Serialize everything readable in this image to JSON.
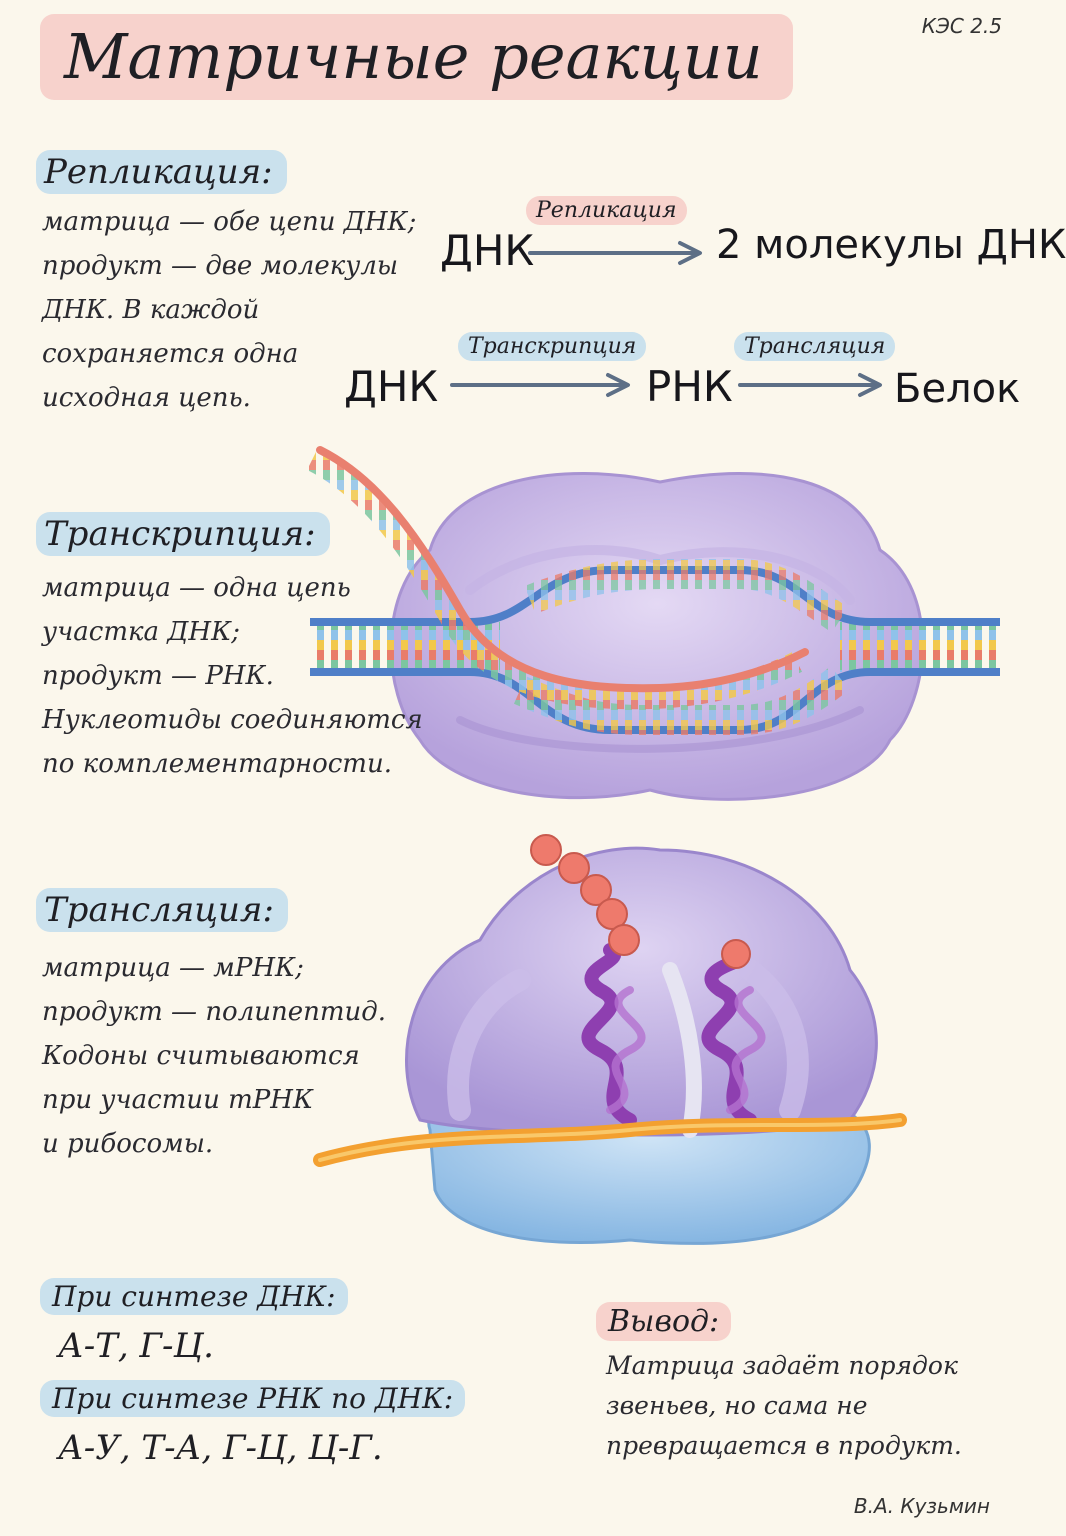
{
  "title": "Матричные реакции",
  "code": "КЭС 2.5",
  "replication": {
    "heading": "Репликация:",
    "lines": [
      "матрица — обе цепи ДНК;",
      "продукт — две молекулы",
      "ДНК. В каждой",
      "сохраняется одна",
      "исходная цепь."
    ]
  },
  "scheme": {
    "row1": {
      "from": "ДНК",
      "label": "Репликация",
      "to": "2 молекулы ДНК"
    },
    "row2": {
      "from": "ДНК",
      "label1": "Транскрипция",
      "mid": "РНК",
      "label2": "Трансляция",
      "to": "Белок"
    }
  },
  "transcription": {
    "heading": "Транскрипция:",
    "lines": [
      "матрица — одна цепь",
      "участка ДНК;",
      "продукт — РНК.",
      "Нуклеотиды соединяются",
      "по комплементарности."
    ]
  },
  "translation": {
    "heading": "Трансляция:",
    "lines": [
      "матрица — мРНК;",
      "продукт — полипептид.",
      "Кодоны считываются",
      "при участии тРНК",
      "и рибосомы."
    ]
  },
  "dna_synthesis": {
    "heading": "При синтезе ДНК:",
    "pairs": "А-Т, Г-Ц."
  },
  "rna_synthesis": {
    "heading": "При синтезе РНК по ДНК:",
    "pairs": "А-У, Т-А, Г-Ц, Ц-Г."
  },
  "conclusion": {
    "heading": "Вывод:",
    "lines": [
      "Матрица задаёт порядок",
      "звеньев, но сама не",
      "превращается в продукт."
    ]
  },
  "author": "В.А. Кузьмин",
  "colors": {
    "highlight_pink": "#f4b4b2",
    "highlight_blue": "#aad2ee",
    "dna_strand": "#4f7fc8",
    "rna_strand": "#e9806f",
    "enzyme": "#c9b8e6",
    "ribosome_small": "#9cc6ea",
    "mrna": "#f3a030",
    "trna": "#8e3fb0",
    "amino_acid": "#ee7a6c",
    "arrow": "#5d6f86"
  }
}
